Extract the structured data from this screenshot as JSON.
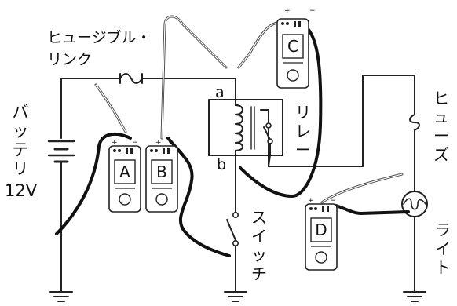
{
  "labels": {
    "fusible_link_line1": "ヒュージブル・",
    "fusible_link_line2": "リンク",
    "battery_chars": [
      "バ",
      "ッ",
      "テ",
      "リ"
    ],
    "battery_voltage": "12V",
    "relay_chars": [
      "リ",
      "レ",
      "ー"
    ],
    "fuse_chars": [
      "ヒ",
      "ュ",
      "ー",
      "ズ"
    ],
    "switch_chars": [
      "ス",
      "イ",
      "ッ",
      "チ"
    ],
    "light_chars": [
      "ラ",
      "イ",
      "ト"
    ],
    "point_a": "a",
    "point_b": "b"
  },
  "meters": [
    {
      "letter": "A",
      "plus": "+",
      "minus": "−"
    },
    {
      "letter": "B",
      "plus": "+",
      "minus": "−"
    },
    {
      "letter": "C",
      "plus": "+",
      "minus": "−"
    },
    {
      "letter": "D",
      "plus": "+",
      "minus": "−"
    }
  ]
}
